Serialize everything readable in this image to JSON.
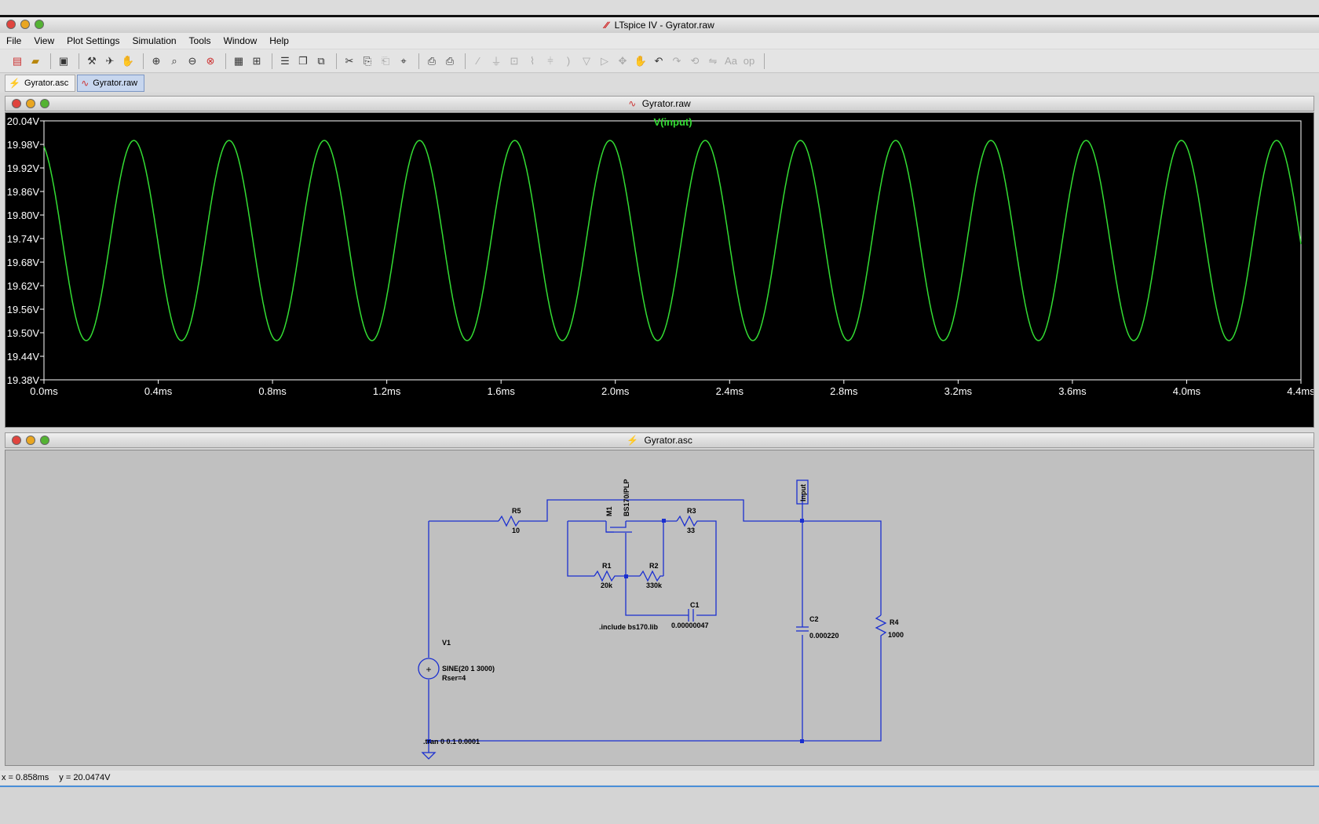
{
  "window": {
    "title": "LTspice IV - Gyrator.raw"
  },
  "menu": [
    "File",
    "View",
    "Plot Settings",
    "Simulation",
    "Tools",
    "Window",
    "Help"
  ],
  "tabs": [
    {
      "label": "Gyrator.asc",
      "icon": "schematic-icon"
    },
    {
      "label": "Gyrator.raw",
      "icon": "waveform-icon"
    }
  ],
  "plot_pane": {
    "title": "Gyrator.raw",
    "trace_label": "V(input)",
    "trace_color": "#33dd33",
    "axis_color": "#ffffff"
  },
  "chart_data": {
    "type": "line",
    "title": "V(input)",
    "xlabel": "",
    "ylabel": "",
    "x_ticks": [
      "0.0ms",
      "0.4ms",
      "0.8ms",
      "1.2ms",
      "1.6ms",
      "2.0ms",
      "2.4ms",
      "2.8ms",
      "3.2ms",
      "3.6ms",
      "4.0ms",
      "4.4ms"
    ],
    "y_ticks": [
      "20.04V",
      "19.98V",
      "19.92V",
      "19.86V",
      "19.80V",
      "19.74V",
      "19.68V",
      "19.62V",
      "19.56V",
      "19.50V",
      "19.44V",
      "19.38V"
    ],
    "xlim": [
      0,
      4.4
    ],
    "ylim": [
      19.38,
      20.04
    ],
    "series": [
      {
        "name": "V(input)",
        "offset": 19.735,
        "amplitude": 0.255,
        "frequency_khz": 3.0,
        "phase_start": "near peak",
        "x_end_ms": 4.4
      }
    ],
    "grid": false
  },
  "schematic_pane": {
    "title": "Gyrator.asc",
    "labels": {
      "r5": "R5",
      "r5v": "10",
      "m1": "M1",
      "m1v": "BS170/PLP",
      "r3": "R3",
      "r3v": "33",
      "r1": "R1",
      "r1v": "20k",
      "r2": "R2",
      "r2v": "330k",
      "c1": "C1",
      "c1v": "0.00000047",
      "include": ".include bs170.lib",
      "c2": "C2",
      "c2v": "0.000220",
      "r4": "R4",
      "r4v": "1000",
      "v1": "V1",
      "v1v": "SINE(20 1 3000)",
      "v1r": "Rser=4",
      "tran": ".tran 0 0.1 0.0001",
      "net": "Input"
    }
  },
  "status": {
    "x": "x = 0.858ms",
    "y": "y = 20.0474V"
  }
}
